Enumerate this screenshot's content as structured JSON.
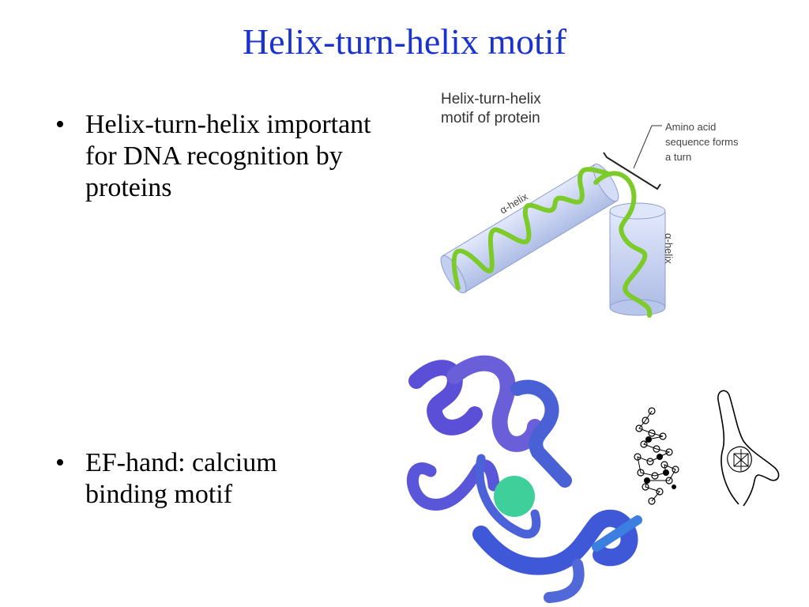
{
  "title": "Helix-turn-helix motif",
  "bullets": [
    {
      "text": "Helix-turn-helix important for DNA recognition by proteins"
    },
    {
      "text": "EF-hand: calcium binding motif"
    }
  ],
  "hth_figure": {
    "title_line1": "Helix-turn-helix",
    "title_line2": "motif of protein",
    "annotation_line1": "Amino acid",
    "annotation_line2": "sequence forms",
    "annotation_line3": "a turn",
    "helix_label_1": "α-helix",
    "helix_label_2": "α-helix"
  },
  "colors": {
    "title": "#1a33cc",
    "cylinder": "#c8d4f2",
    "ribbon": "#7ccb2a",
    "ef_ribbon": "#4a4fd6",
    "calcium": "#3fcf9a"
  }
}
